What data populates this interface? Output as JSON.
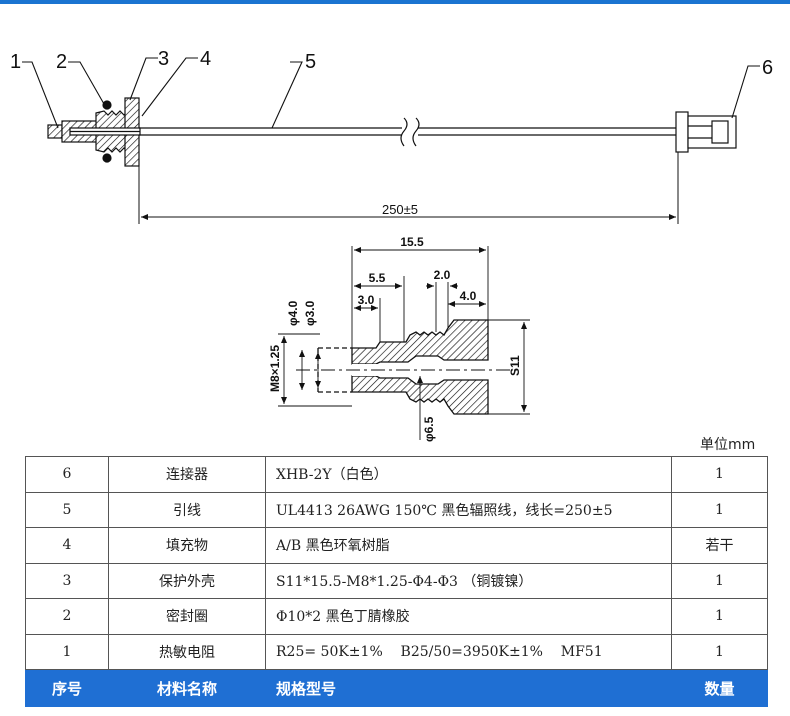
{
  "callouts": [
    "1",
    "2",
    "3",
    "4",
    "5",
    "6"
  ],
  "dimensions": {
    "overall_length": "250±5",
    "body_length": "15.5",
    "thread_length": "5.5",
    "tip_length": "3.0",
    "flange_gap": "2.0",
    "hex_length": "4.0",
    "dia_outer": "φ4.0",
    "dia_inner": "φ3.0",
    "thread": "M8×1.25",
    "hex_size": "S11",
    "bore": "φ6.5"
  },
  "unit_label": "单位mm",
  "table": {
    "header": {
      "no": "序号",
      "name": "材料名称",
      "spec": "规格型号",
      "qty": "数量"
    },
    "rows": [
      {
        "no": "6",
        "name": "连接器",
        "spec": "XHB-2Y（白色）",
        "qty": "1"
      },
      {
        "no": "5",
        "name": "引线",
        "spec": "UL4413 26AWG 150℃ 黑色辐照线，线长=250±5",
        "qty": "1"
      },
      {
        "no": "4",
        "name": "填充物",
        "spec": "A/B 黑色环氧树脂",
        "qty": "若干"
      },
      {
        "no": "3",
        "name": "保护外壳",
        "spec": "S11*15.5-M8*1.25-Φ4-Φ3 （铜镀镍）",
        "qty": "1"
      },
      {
        "no": "2",
        "name": "密封圈",
        "spec": "Φ10*2 黑色丁腈橡胶",
        "qty": "1"
      },
      {
        "no": "1",
        "name": "热敏电阻",
        "spec": "R25= 50K±1%    B25/50=3950K±1%    MF51",
        "qty": "1"
      }
    ]
  }
}
